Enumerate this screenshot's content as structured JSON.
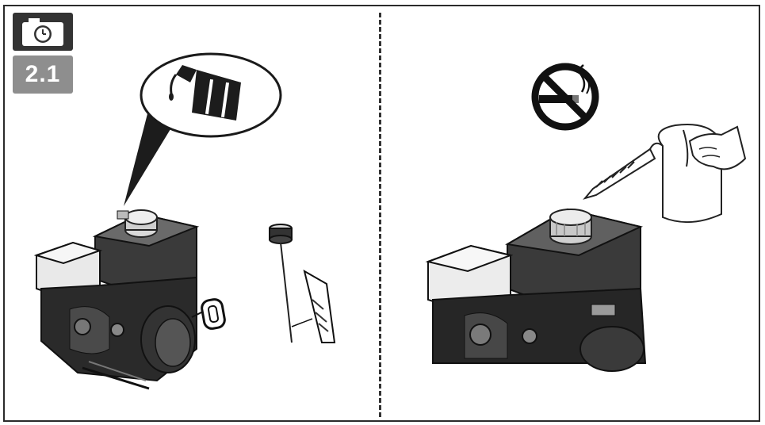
{
  "step": {
    "label": "2.1",
    "icon": "camera-timer-icon"
  },
  "panels": {
    "left": {
      "icon": "oil-bottle-icon",
      "subject": "engine-with-dipstick"
    },
    "right": {
      "icon": "no-smoking-icon",
      "subject": "refuel-engine"
    }
  },
  "colors": {
    "badge_dark": "#333333",
    "badge_gray": "#8e8e8e",
    "line": "#1a1a1a"
  }
}
